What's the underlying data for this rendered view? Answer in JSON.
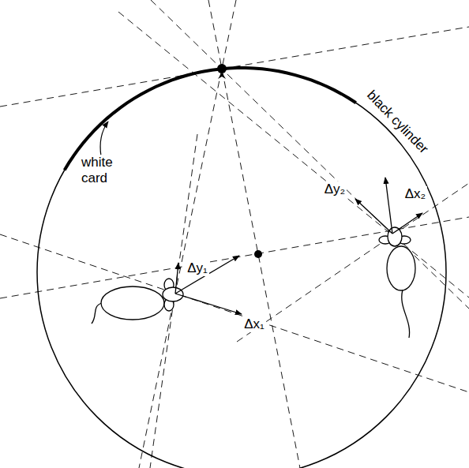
{
  "diagram": {
    "labels": [
      "white card",
      "black cylinder",
      "Δy₁",
      "Δx₁",
      "Δy₂",
      "Δx₂"
    ]
  }
}
